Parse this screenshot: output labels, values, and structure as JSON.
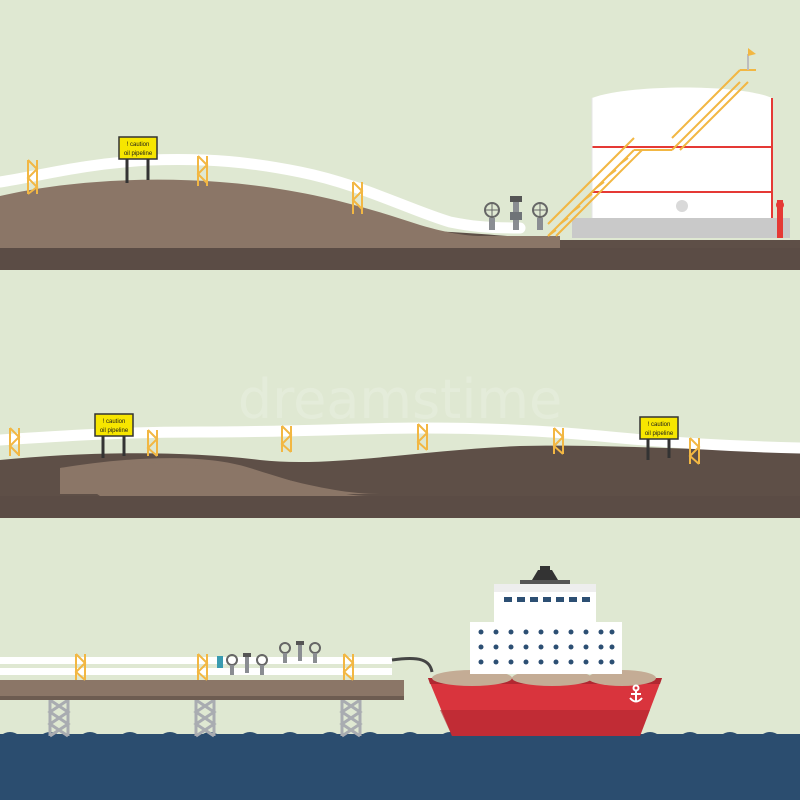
{
  "watermark": "dreamstime",
  "signs": {
    "line1": "! caution",
    "line2": "oil pipeline"
  },
  "colors": {
    "sky": "#dfe8d2",
    "soil_light": "#8b7667",
    "soil_dark": "#5e4f47",
    "ground_strip": "#5b4c45",
    "pipe": "#ffffff",
    "support": "#f2b743",
    "tank": "#ffffff",
    "tank_base": "#c9c9c9",
    "red_line": "#e53935",
    "stairs": "#f2b743",
    "sign": "#f7e600",
    "jetty": "#8b7667",
    "jetty_legs": "#a9acb1",
    "sea": "#2b4d6f",
    "hull": "#d9343d",
    "hull_dark": "#b12831",
    "ship_white": "#ffffff",
    "window": "#2c4f73",
    "anchor": "#ffffff"
  },
  "icons": [
    "caution-sign",
    "valve-wheel-icon",
    "ladder-icon",
    "anchor-icon",
    "funnel-icon"
  ]
}
